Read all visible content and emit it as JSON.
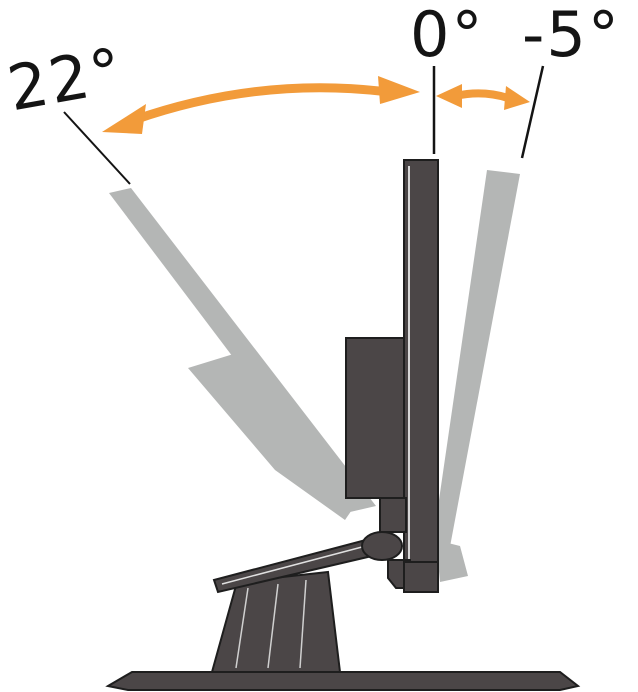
{
  "diagram": {
    "labels": {
      "back_tilt": "22°",
      "upright": "0°",
      "forward_tilt": "-5°"
    },
    "colors": {
      "arrow": "#F29B3A",
      "ghost_monitor": "#B4B6B5",
      "monitor_body": "#4B4647",
      "outline": "#1E1E1E",
      "background": "#FFFFFF"
    },
    "tilt_range": {
      "min_degrees": -5,
      "max_degrees": 22
    }
  }
}
